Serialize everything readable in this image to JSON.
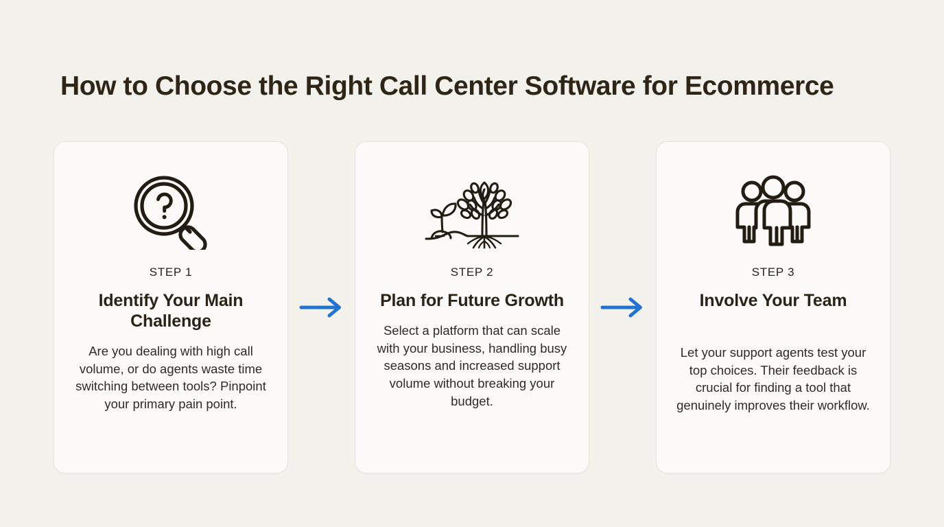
{
  "page": {
    "title": "How to Choose the Right Call Center Software for Ecommerce",
    "background_color": "#f2f1ec",
    "card_background_color": "#fbfaf8",
    "title_color": "#2e2517",
    "accent_color": "#2272cf"
  },
  "steps": [
    {
      "icon": "magnifier-question-icon",
      "label": "STEP 1",
      "title": "Identify Your Main Challenge",
      "body": "Are you dealing with high call volume, or do agents waste time switching between tools? Pinpoint your primary pain point."
    },
    {
      "icon": "growing-tree-icon",
      "label": "STEP 2",
      "title": "Plan for Future Growth",
      "body": "Select a platform that can scale with your business, handling busy seasons and increased support volume without breaking your budget."
    },
    {
      "icon": "team-group-icon",
      "label": "STEP 3",
      "title": "Involve Your Team",
      "body": "Let your support agents test your top choices. Their feedback is crucial for finding a tool that genuinely improves their workflow."
    }
  ],
  "connectors": [
    {
      "icon": "arrow-right-icon",
      "color": "#2272cf"
    },
    {
      "icon": "arrow-right-icon",
      "color": "#2272cf"
    }
  ]
}
